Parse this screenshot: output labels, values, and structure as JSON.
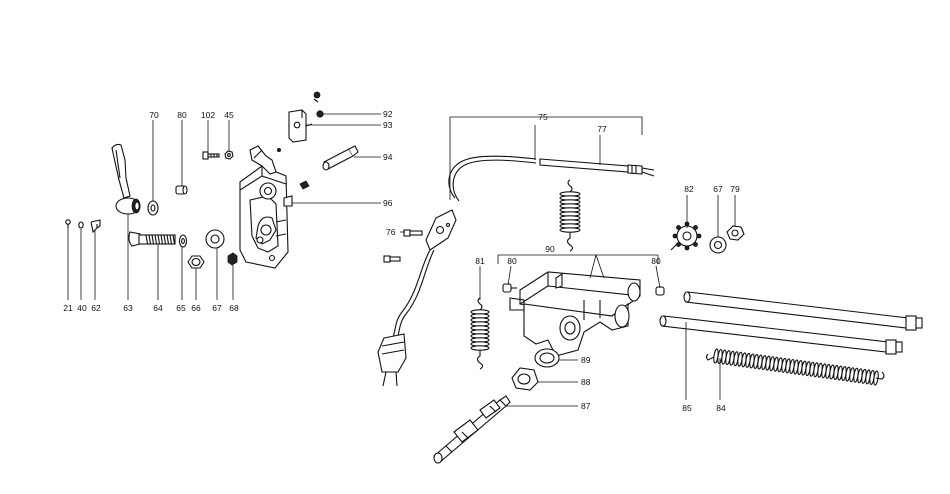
{
  "diagram": {
    "labels": {
      "p21": "21",
      "p40": "40",
      "p62": "62",
      "p63": "63",
      "p64": "64",
      "p65": "65",
      "p66": "66",
      "p67a": "67",
      "p68": "68",
      "p70": "70",
      "p80a": "80",
      "p102": "102",
      "p45": "45",
      "p92": "92",
      "p93": "93",
      "p94": "94",
      "p96": "96",
      "p75": "75",
      "p77": "77",
      "p76": "76",
      "p90": "90",
      "p81": "81",
      "p80b": "80",
      "p80c": "80",
      "p82": "82",
      "p67b": "67",
      "p79": "79",
      "p89": "89",
      "p88": "88",
      "p87": "87",
      "p85": "85",
      "p84": "84"
    }
  }
}
